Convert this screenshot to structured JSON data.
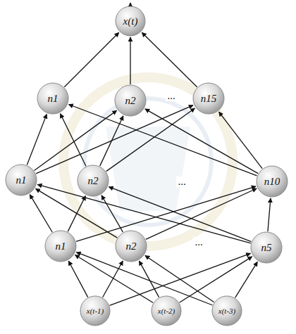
{
  "diagram": {
    "nodes": [
      {
        "text": [
          "x(t)"
        ]
      },
      {
        "text": [
          "n1"
        ]
      },
      {
        "text": [
          "n2"
        ]
      },
      {
        "text": [
          "n15"
        ]
      },
      {
        "text": [
          "n1"
        ]
      },
      {
        "text": [
          "n2"
        ]
      },
      {
        "text": [
          "n10"
        ]
      },
      {
        "text": [
          "n1"
        ]
      },
      {
        "text": [
          "n2"
        ]
      },
      {
        "text": [
          "n5"
        ]
      },
      {
        "text": [
          "x(t-1)"
        ]
      },
      {
        "text": [
          "x(t-2)"
        ]
      },
      {
        "text": [
          "x(t-3)"
        ]
      }
    ],
    "edges": [
      {
        "from": 10,
        "to": 7,
        "arrow": "to"
      },
      {
        "from": 10,
        "to": 8,
        "arrow": "to"
      },
      {
        "from": 10,
        "to": 9,
        "arrow": "to"
      },
      {
        "from": 11,
        "to": 7,
        "arrow": "to"
      },
      {
        "from": 11,
        "to": 8,
        "arrow": "to"
      },
      {
        "from": 11,
        "to": 9,
        "arrow": "to"
      },
      {
        "from": 12,
        "to": 7,
        "arrow": "to"
      },
      {
        "from": 12,
        "to": 8,
        "arrow": "to"
      },
      {
        "from": 12,
        "to": 9,
        "arrow": "to"
      },
      {
        "from": 7,
        "to": 4,
        "arrow": "to"
      },
      {
        "from": 7,
        "to": 5,
        "arrow": "to"
      },
      {
        "from": 7,
        "to": 6,
        "arrow": "to"
      },
      {
        "from": 8,
        "to": 4,
        "arrow": "to"
      },
      {
        "from": 8,
        "to": 5,
        "arrow": "to"
      },
      {
        "from": 8,
        "to": 6,
        "arrow": "to"
      },
      {
        "from": 9,
        "to": 4,
        "arrow": "to"
      },
      {
        "from": 9,
        "to": 5,
        "arrow": "to"
      },
      {
        "from": 9,
        "to": 6,
        "arrow": "to"
      },
      {
        "from": 4,
        "to": 1,
        "arrow": "to"
      },
      {
        "from": 4,
        "to": 2,
        "arrow": "to"
      },
      {
        "from": 4,
        "to": 3,
        "arrow": "to"
      },
      {
        "from": 5,
        "to": 1,
        "arrow": "to"
      },
      {
        "from": 5,
        "to": 2,
        "arrow": "to"
      },
      {
        "from": 5,
        "to": 3,
        "arrow": "to"
      },
      {
        "from": 6,
        "to": 1,
        "arrow": "to"
      },
      {
        "from": 6,
        "to": 2,
        "arrow": "to"
      },
      {
        "from": 6,
        "to": 3,
        "arrow": "to"
      },
      {
        "from": 1,
        "to": 0,
        "arrow": "to"
      },
      {
        "from": 2,
        "to": 0,
        "arrow": "to"
      },
      {
        "from": 3,
        "to": 0,
        "arrow": "to"
      }
    ],
    "labels": [
      "...",
      "...",
      "..."
    ]
  }
}
